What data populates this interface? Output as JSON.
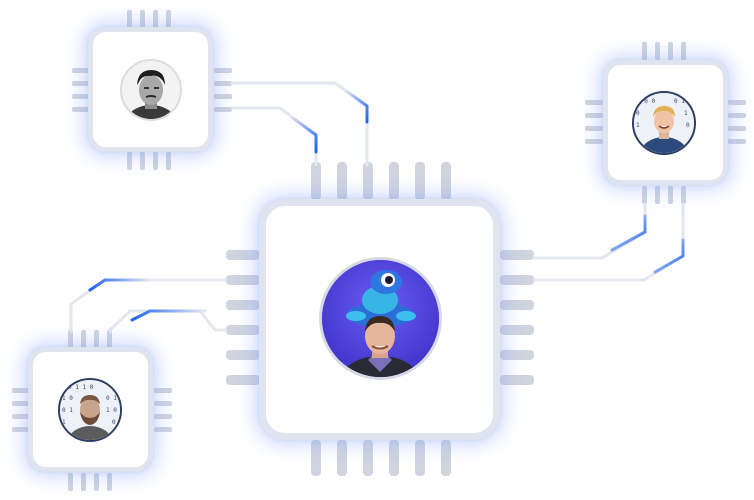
{
  "diagram": {
    "nodes": [
      {
        "id": "center",
        "avatar": "avatar-frog-mascot-and-man-in-suit"
      },
      {
        "id": "top-left",
        "avatar": "avatar-man-with-mustache-bw"
      },
      {
        "id": "top-right",
        "avatar": "avatar-smiling-man-binary-background"
      },
      {
        "id": "bottom-left",
        "avatar": "avatar-bearded-man-binary-background"
      }
    ],
    "edges": [
      {
        "from": "top-left",
        "to": "center"
      },
      {
        "from": "top-left",
        "to": "center"
      },
      {
        "from": "center",
        "to": "top-right"
      },
      {
        "from": "center",
        "to": "top-right"
      },
      {
        "from": "center",
        "to": "bottom-left"
      },
      {
        "from": "center",
        "to": "bottom-left"
      }
    ],
    "colors": {
      "pin": "#cfd4df",
      "chip_border": "#dfe4ee",
      "wire": "#e3e7ef",
      "wire_accent": "#1f63f0",
      "glow": "#8aa4ff",
      "center_avatar_bg": "#4a44e0"
    }
  }
}
